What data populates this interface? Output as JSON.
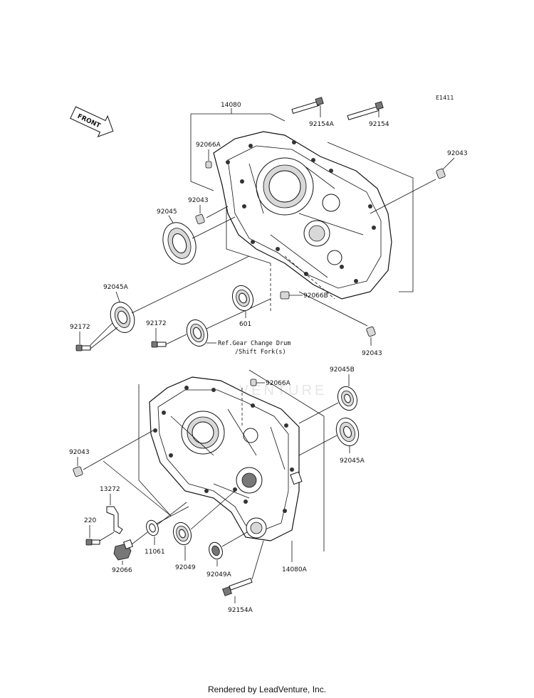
{
  "diagram_code": "E1411",
  "front_label": "FRONT",
  "watermark": "ADVENTURE",
  "footer": "Rendered by LeadVenture, Inc.",
  "parts": {
    "p14080": "14080",
    "p92154A_top": "92154A",
    "p92154_top": "92154",
    "p92066A_top": "92066A",
    "p92043_right_top": "92043",
    "p92043_left_top": "92043",
    "p92045": "92045",
    "p92045A_top": "92045A",
    "p92172_left": "92172",
    "p92172_mid": "92172",
    "p601": "601",
    "p92066B": "92066B",
    "p92043_right_mid": "92043",
    "ref_line1": "Ref.Gear Change Drum",
    "ref_line2": "/Shift Fork(s)",
    "p92066A_bottom": "92066A",
    "p92045B": "92045B",
    "p92045A_bottom": "92045A",
    "p92043_left_bottom": "92043",
    "p13272": "13272",
    "p220": "220",
    "p11061": "11061",
    "p92066": "92066",
    "p92049": "92049",
    "p92049A": "92049A",
    "p14080A": "14080A",
    "p92154A_bottom": "92154A"
  }
}
